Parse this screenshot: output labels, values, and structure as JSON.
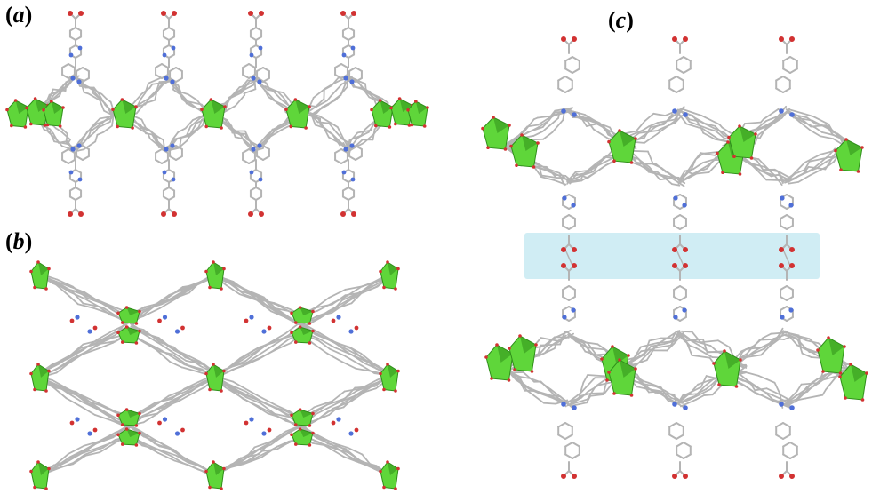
{
  "panels": [
    {
      "id": "a",
      "label": "a"
    },
    {
      "id": "b",
      "label": "b"
    },
    {
      "id": "c",
      "label": "c"
    }
  ],
  "colors": {
    "polyhedron": "#5fd63a",
    "polyhedron_dark": "#2f8f1a",
    "stick": "#b4b4b4",
    "nitrogen": "#4f6fd8",
    "oxygen": "#d23232",
    "highlight": "#c8eaf2"
  }
}
